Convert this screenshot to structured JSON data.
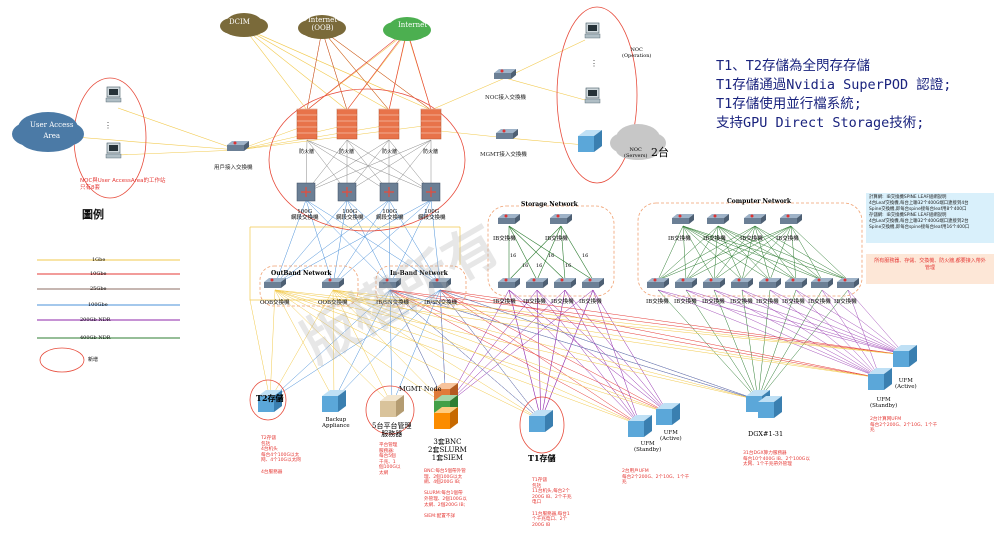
{
  "clouds": [
    {
      "label": "DCIM"
    },
    {
      "label": "Internet\n(OOB)"
    },
    {
      "label": "Internet"
    }
  ],
  "user_area": {
    "label": "User Access\nArea"
  },
  "noc_user_note": "NOC與User AccessArea的工作站\n只有8套",
  "user_switch": "用戶接入交換機",
  "legend_title": "圖例",
  "legend": [
    {
      "label": "1Gbe",
      "color": "#f2c94c"
    },
    {
      "label": "10Gbe",
      "color": "#e53935"
    },
    {
      "label": "25Gbe",
      "color": "#8d6e63"
    },
    {
      "label": "100Gbe",
      "color": "#4a90d9"
    },
    {
      "label": "200Gb NDR",
      "color": "#8e24aa"
    },
    {
      "label": "400Gb NDR",
      "color": "#2e7d32"
    }
  ],
  "legend_new": "新增",
  "firewall_label": "防火牆",
  "core_switch_label": "100G\n網段交換機",
  "noc_switch": "NOC接入交換機",
  "mgmt_switch": "MGMT接入交換機",
  "noc_operation": "NOC\n(Operation)",
  "noc_servers": "NOC\n(Servers)",
  "noc_count": "2台",
  "side_text": "T1、T2存儲為全閃存存儲\nT1存儲通過Nvidia SuperPOD 認證;\nT1存儲使用並行檔系統;\n支持GPU Direct Storage技術;",
  "calc_note": "計算網:  IB交換機SPINE LEAF組網說明\n4台Leaf交換機,每台上聯32个400G端口連接到4台\nSpine交換機,即每台spine接每台leaf用8个400口\n存儲網:  IB交換機SPINE LEAF組網說明\n4台Leaf交換機,每台上聯32个400G端口連接到2台\nSpine交換機,即每台spine接每台leaf用16个400口",
  "mgmt_note": "所有服務器、存儲、交換機、防火牆,都要接入帶外管理",
  "groups": {
    "outband": "OutBand Network",
    "inband": "In-Band Network",
    "storage": "Storage Network",
    "compute": "Computer Network"
  },
  "switch_labels": {
    "oob": "OOB交換機",
    "inband": "IB/SN交換機",
    "ib": "IB交換機"
  },
  "link_label": "16",
  "devices": {
    "t2": "T2存儲",
    "backup": "Backup\nAppliance",
    "mgmt_node": "MGMT Node",
    "mgmt_platform": "5台平台管理\n服務器",
    "bnc": "3套BNC\n2套SLURM\n1套SIEM",
    "t1": "T1存儲",
    "ufm_standby": "UFM\n(Standby)",
    "ufm_active": "UFM\n(Active)",
    "dgx": "DGX#1-31",
    "ufm2_active": "UFM\n(Active)",
    "ufm2_standby": "UFM\n(Standby)"
  },
  "notes": {
    "t2": "T2存儲\n包括\n4台机头\n每台4个100G以太\n网、4个10G以太网\n\n4台服務器",
    "mgmt": "平台管理\n服務器:\n每台5個\n千兆、1\n個100G以\n太網",
    "bnc": "BNC:每台5個帶外管\n理、2個100G以太\n網、4個200G IB;\n\nSLURM:每台1個帶\n外管理、2個100G以\n太網、2個200G IB;\n\nSIEM:配置不詳",
    "t1": "T1存儲\n包括\n11台机头,每台2个\n200G IB、2个千兆\n电口\n\n11台服務器,每台1\n个千兆电口、2个\n200G IB",
    "ufm_left": "2台用戶UFM\n每台2个200G、2个10G、1个千\n兆",
    "dgx": "31台DGX算力服務器\n每台10个400G IB、2个100G以\n太网、1个千兆帶外管理",
    "ufm_right": "2台计算网UFM\n每台2个200G、2个10G、1个千\n兆"
  },
  "watermark": "版權所有"
}
